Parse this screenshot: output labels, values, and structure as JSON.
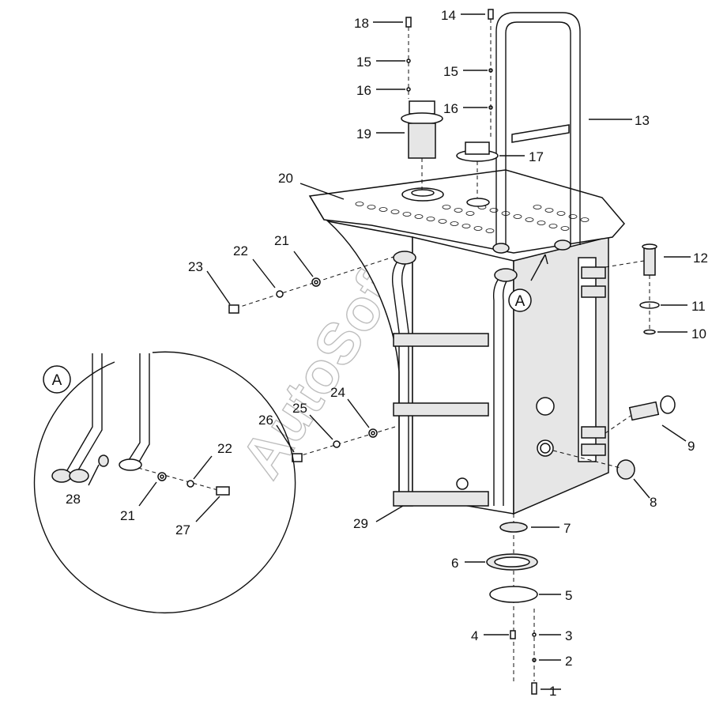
{
  "diagram": {
    "watermark": "AutoSoft",
    "view_label": "A",
    "callouts": [
      "1",
      "2",
      "3",
      "4",
      "5",
      "6",
      "7",
      "8",
      "9",
      "10",
      "11",
      "12",
      "13",
      "14",
      "15",
      "15",
      "16",
      "16",
      "17",
      "18",
      "19",
      "20",
      "21",
      "21",
      "22",
      "22",
      "23",
      "24",
      "25",
      "26",
      "27",
      "28",
      "29"
    ]
  }
}
